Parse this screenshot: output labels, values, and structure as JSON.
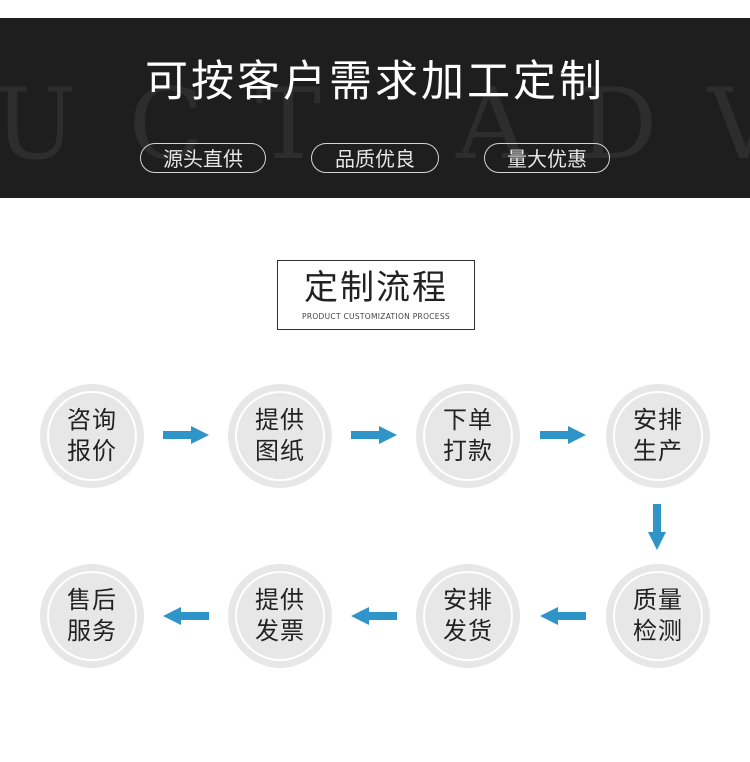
{
  "banner": {
    "watermark": "UCT  ADVAN",
    "title": "可按客户需求加工定制",
    "pills": [
      "源头直供",
      "品质优良",
      "量大优惠"
    ]
  },
  "section": {
    "title": "定制流程",
    "subtitle": "PRODUCT CUSTOMIZATION PROCESS"
  },
  "steps": [
    {
      "line1": "咨询",
      "line2": "报价"
    },
    {
      "line1": "提供",
      "line2": "图纸"
    },
    {
      "line1": "下单",
      "line2": "打款"
    },
    {
      "line1": "安排",
      "line2": "生产"
    },
    {
      "line1": "质量",
      "line2": "检测"
    },
    {
      "line1": "安排",
      "line2": "发货"
    },
    {
      "line1": "提供",
      "line2": "发票"
    },
    {
      "line1": "售后",
      "line2": "服务"
    }
  ],
  "colors": {
    "banner_bg": "#1e1e1e",
    "arrow": "#2f95c9",
    "circle": "#e7e7e7"
  },
  "icons": {
    "flow_arrow": "arrow-icon"
  }
}
